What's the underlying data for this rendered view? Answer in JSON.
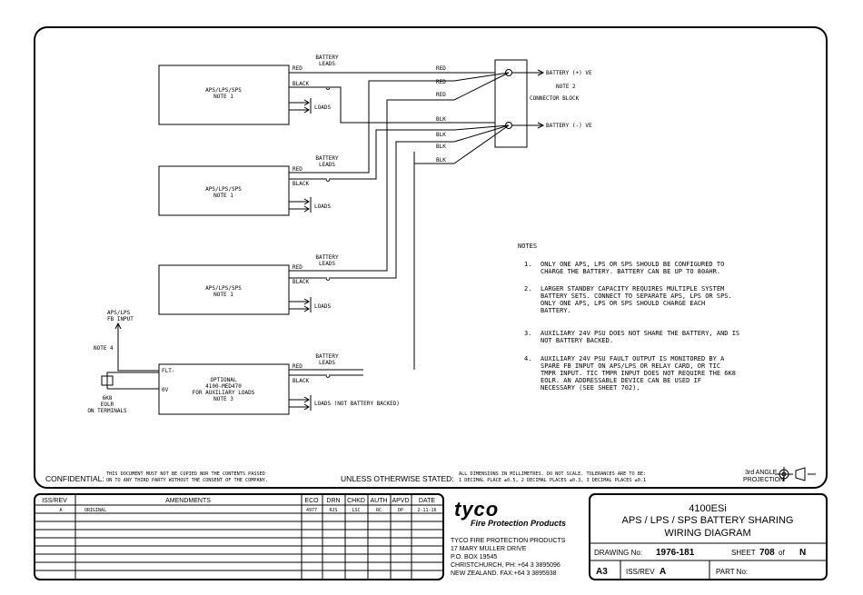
{
  "psu_boxes": [
    {
      "label": "APS/LPS/SPS",
      "note": "NOTE 1"
    },
    {
      "label": "APS/LPS/SPS",
      "note": "NOTE 1"
    },
    {
      "label": "APS/LPS/SPS",
      "note": "NOTE 1"
    }
  ],
  "aux_box": {
    "line1": "OPTIONAL",
    "line2": "4100-MED470",
    "line3": "FOR AUXILIARY LOADS",
    "line4": "NOTE 3",
    "flt": "FLT-",
    "ov": "0V"
  },
  "wire_labels": {
    "red": "RED",
    "black": "BLACK",
    "blk": "BLK",
    "battery": "BATTERY",
    "leads": "LEADS",
    "loads": "LOADS",
    "loads_aux": "LOADS (NOT BATTERY BACKED)"
  },
  "connector": {
    "pos": "BATTERY (+) VE",
    "neg": "BATTERY (-) VE",
    "note": "NOTE 2",
    "name": "CONNECTOR BLOCK"
  },
  "eolr": {
    "value": "6K8",
    "name": "EOLR",
    "where": "ON TERMINALS",
    "fb1": "APS/LPS",
    "fb2": "FB INPUT",
    "note4": "NOTE 4"
  },
  "notes": {
    "heading": "NOTES",
    "n1": [
      "1.",
      "ONLY ONE APS, LPS OR SPS SHOULD BE CONFIGURED TO",
      "CHARGE THE BATTERY. BATTERY CAN BE UP TO 80AHR."
    ],
    "n2": [
      "2.",
      "LARGER STANDBY CAPACITY REQUIRES MULTIPLE SYSTEM",
      "BATTERY SETS. CONNECT TO SEPARATE APS, LPS OR SPS.",
      "ONLY ONE APS, LPS OR SPS SHOULD CHARGE EACH",
      "BATTERY."
    ],
    "n3": [
      "3.",
      "AUXILIARY 24V PSU DOES NOT SHARE THE BATTERY, AND IS",
      "NOT BATTERY BACKED."
    ],
    "n4": [
      "4.",
      "AUXILIARY 24V PSU FAULT OUTPUT IS MONITORED BY A",
      "SPARE FB INPUT ON APS/LPS OR RELAY CARD, OR TIC",
      "TMPR INPUT. TIC TMPR INPUT DOES NOT REQUIRE THE 6K8",
      "EOLR. AN ADDRESSABLE DEVICE CAN BE USED IF",
      "NECESSARY (SEE SHEET 702)."
    ]
  },
  "footer": {
    "confidential": "CONFIDENTIAL:",
    "conf1": "THIS DOCUMENT MUST NOT BE COPIED NOR THE CONTENTS PASSED",
    "conf2": "ON TO ANY THIRD PARTY WITHOUT THE CONSENT OF THE COMPANY.",
    "unless": "UNLESS OTHERWISE STATED:",
    "dim1": "ALL DIMENSIONS IN MILLIMETRES. DO NOT SCALE. TOLERANCES ARE TO BE:",
    "dim2": "1 DECIMAL PLACE ±0.5, 2 DECIMAL PLACES ±0.3, 3 DECIMAL PLACES ±0.1",
    "angle1": "3rd ANGLE",
    "angle2": "PROJECTION"
  },
  "amend_table": {
    "headers": [
      "ISS/REV",
      "AMENDMENTS",
      "ECO",
      "DRN",
      "CHKD",
      "AUTH",
      "APVD",
      "DATE"
    ],
    "row": [
      "A",
      "ORIGINAL",
      "4977",
      "RJS",
      "LSC",
      "RC",
      "DP",
      "2-11-16"
    ]
  },
  "company": {
    "logo": "tyco",
    "sub": "Fire Protection Products",
    "addr": [
      "TYCO FIRE PROTECTION PRODUCTS",
      "17 MARY MULLER DRIVE",
      "P.O. BOX 19545",
      "CHRISTCHURCH, PH: +64 3 3895096",
      "NEW ZEALAND.   FAX:+64 3 3895938"
    ]
  },
  "title_block": {
    "t1": "4100ESi",
    "t2": "APS / LPS / SPS BATTERY SHARING",
    "t3": "WIRING DIAGRAM",
    "drawing_label": "DRAWING No:",
    "drawing_no": "1976-181",
    "sheet_label": "SHEET",
    "sheet_no": "708",
    "of_label": "of",
    "of_val": "N",
    "size": "A3",
    "iss_label": "ISS/REV",
    "iss_val": "A",
    "part_label": "PART No:"
  }
}
